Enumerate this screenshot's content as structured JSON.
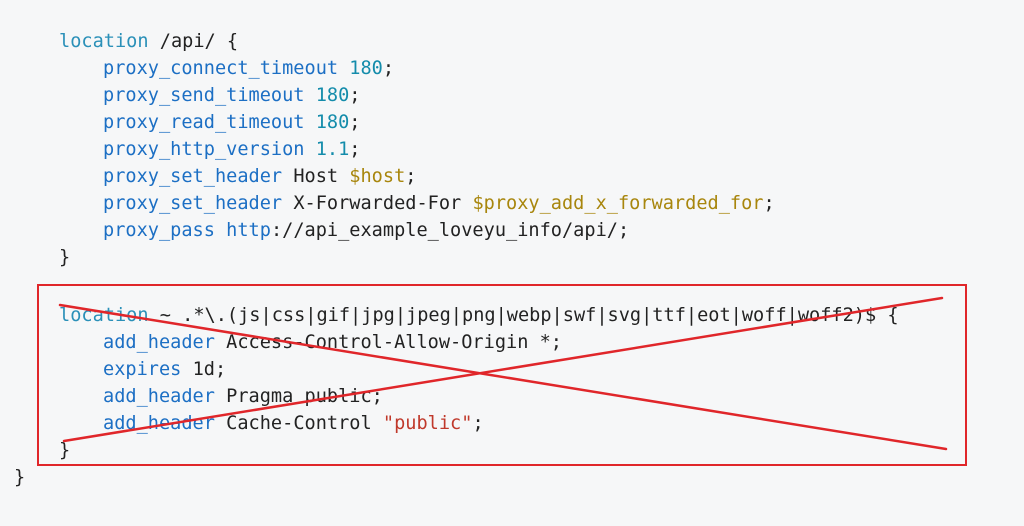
{
  "colors": {
    "background": "#f6f7f8",
    "keyword": "#2a90b8",
    "directive": "#1c6fc4",
    "number": "#148cab",
    "variable": "#a8860d",
    "string": "#c0392b",
    "text": "#222222",
    "annotation": "#e0262a"
  },
  "code": {
    "l1": {
      "kw": "location",
      "path": " /api/ {"
    },
    "l2": {
      "dir": "proxy_connect_timeout",
      "num": "180",
      "end": ";"
    },
    "l3": {
      "dir": "proxy_send_timeout",
      "num": "180",
      "end": ";"
    },
    "l4": {
      "dir": "proxy_read_timeout",
      "num": "180",
      "end": ";"
    },
    "l5": {
      "dir": "proxy_http_version",
      "num": "1.1",
      "end": ";"
    },
    "l6": {
      "dir": "proxy_set_header",
      "arg": " Host ",
      "var": "$host",
      "end": ";"
    },
    "l7": {
      "dir": "proxy_set_header",
      "arg": " X-Forwarded-For ",
      "var": "$proxy_add_x_forwarded_for",
      "end": ";"
    },
    "l8": {
      "dir": "proxy_pass",
      "scheme": "http",
      "rest": "://api_example_loveyu_info/api/;"
    },
    "l9": {
      "brace": "}"
    },
    "l11": {
      "kw": "location",
      "rest": " ~ .*\\.(js|css|gif|jpg|jpeg|png|webp|swf|svg|ttf|eot|woff|woff2)$ {"
    },
    "l12": {
      "dir": "add_header",
      "rest": " Access-Control-Allow-Origin *;"
    },
    "l13": {
      "dir": "expires",
      "rest": " 1d;"
    },
    "l14": {
      "dir": "add_header",
      "rest": " Pragma public;"
    },
    "l15": {
      "dir": "add_header",
      "arg": " Cache-Control ",
      "str": "\"public\"",
      "end": ";"
    },
    "l16": {
      "brace": "}"
    },
    "l17": {
      "brace": "}"
    }
  }
}
